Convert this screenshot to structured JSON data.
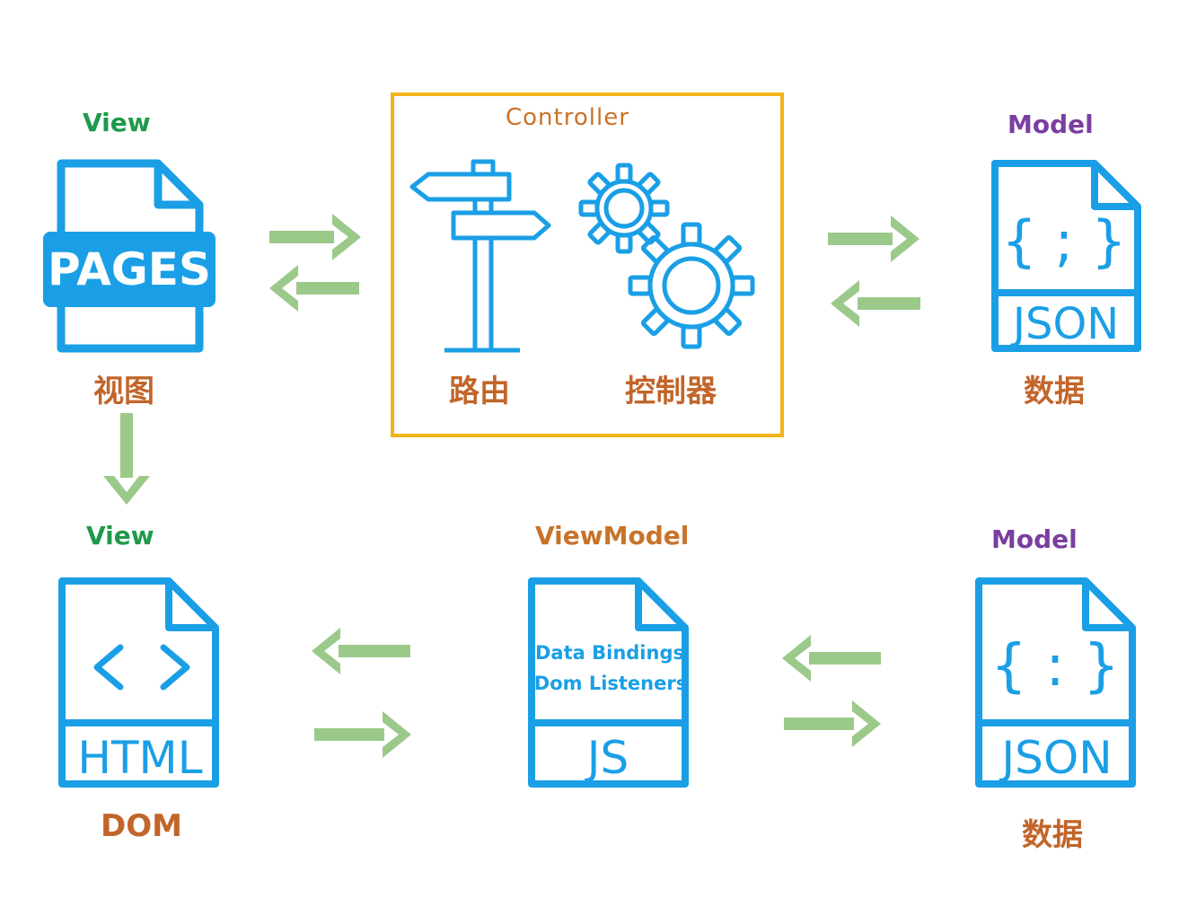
{
  "top_row": {
    "view": {
      "title": "View",
      "badge": "PAGES",
      "caption": "视图"
    },
    "controller": {
      "title": "Controller",
      "router_caption": "路由",
      "controller_caption": "控制器"
    },
    "model": {
      "title": "Model",
      "file_label": "JSON",
      "caption": "数据"
    }
  },
  "bottom_row": {
    "view": {
      "title": "View",
      "file_label": "HTML",
      "caption": "DOM"
    },
    "viewmodel": {
      "title": "ViewModel",
      "line1": "Data Bindings",
      "line2": "Dom Listeners",
      "file_label": "JS"
    },
    "model": {
      "title": "Model",
      "file_label": "JSON",
      "caption": "数据"
    }
  },
  "colors": {
    "icon_blue": "#1a9fe6",
    "arrow_green": "#9bc98a",
    "controller_border": "#f3b31a",
    "view_green": "#1e9a4a",
    "controller_orange": "#c8732a",
    "model_purple": "#7a3ea0",
    "caption_brown": "#c2652a"
  },
  "icons": [
    "pages-file-icon",
    "signpost-icon",
    "gears-icon",
    "json-file-icon",
    "html-file-icon",
    "js-file-icon"
  ]
}
